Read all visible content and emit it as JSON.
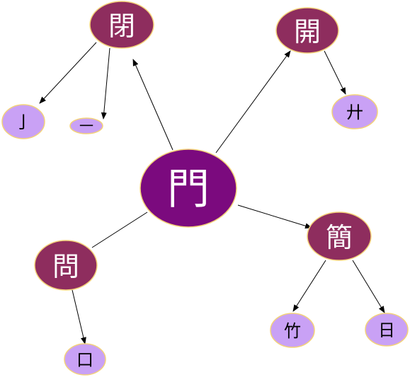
{
  "colors": {
    "root_fill": "#7B0A7E",
    "mid_fill": "#8E2D5E",
    "leaf_fill": "#C9A1F5",
    "node_stroke": "#F3D27A",
    "edge": "#000000",
    "root_text": "#ffffff",
    "mid_text": "#ffffff",
    "leaf_text": "#000000"
  },
  "nodes": {
    "root": {
      "label": "門"
    },
    "bi": {
      "label": "閉"
    },
    "kai": {
      "label": "開"
    },
    "mon": {
      "label": "問"
    },
    "kan": {
      "label": "簡"
    },
    "hook": {
      "label": "亅"
    },
    "ichi": {
      "label": "一"
    },
    "kyo": {
      "label": "廾"
    },
    "kuchi": {
      "label": "口"
    },
    "take": {
      "label": "竹"
    },
    "hi": {
      "label": "日"
    }
  }
}
